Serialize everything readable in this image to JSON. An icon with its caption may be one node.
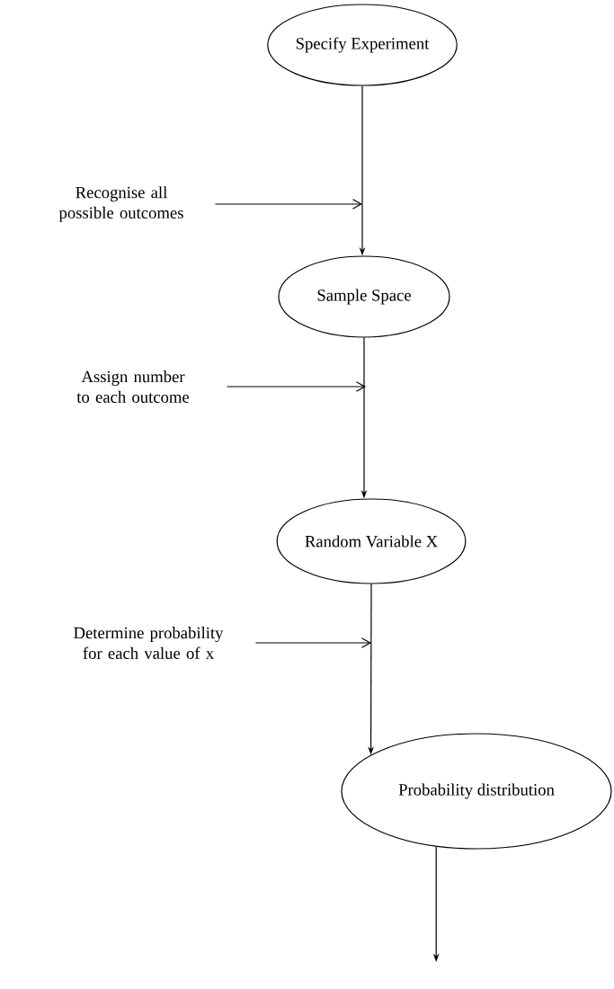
{
  "diagram": {
    "nodes": [
      {
        "text": [
          "Specify Experiment"
        ]
      },
      {
        "text": [
          "Sample Space"
        ]
      },
      {
        "text": [
          "Random Variable X"
        ]
      },
      {
        "text": [
          "Probability distribution"
        ]
      },
      {
        "text": [
          "Recognise all possible outcomes"
        ]
      },
      {
        "text": [
          "Assign number to each outcome"
        ]
      },
      {
        "text": [
          "Determine probability for each value of x"
        ]
      }
    ],
    "edges": [
      {
        "from": 0,
        "to": 1,
        "arrow": "to"
      },
      {
        "from": 1,
        "to": 2,
        "arrow": "to"
      },
      {
        "from": 2,
        "to": 3,
        "arrow": "to"
      },
      {
        "from": 3,
        "to": null,
        "arrow": "to"
      },
      {
        "from": 4,
        "to": null,
        "arrow": "to"
      },
      {
        "from": 5,
        "to": null,
        "arrow": "to"
      },
      {
        "from": 6,
        "to": null,
        "arrow": "to"
      }
    ]
  }
}
